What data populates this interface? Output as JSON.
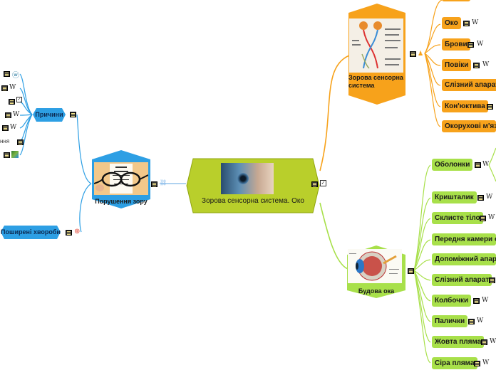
{
  "colors": {
    "orange_branch": "#f7a21b",
    "green_branch": "#a8e04a",
    "blue_branch": "#2d9fe4",
    "central_fill": "#b9cf2b"
  },
  "central": {
    "title": "Зорова сенсорна система. Око"
  },
  "branches": {
    "top": {
      "label_lines": [
        "Зорова сенсорна",
        "система"
      ],
      "items": [
        "Око",
        "Брови",
        "Повіки",
        "Слізний апарат",
        "Кон'юктива",
        "Окорухові м'язи"
      ]
    },
    "bottom": {
      "label": "Будова ока",
      "items": [
        "Оболонки",
        "Кришталик",
        "Склисте тіло",
        "Передня камери ока",
        "Допоміжний апарат",
        "Слізний апарат",
        "Колбочки",
        "Палички",
        "Жовта пляма",
        "Сіра пляма"
      ]
    },
    "left": {
      "label": "Порушення зору",
      "children": [
        "Причини",
        "Поширені хвороби"
      ],
      "fragments": [
        "ння"
      ]
    }
  },
  "icons": {
    "note": "note-icon",
    "wiki": "wikipedia-icon",
    "link": "link-icon",
    "person": "person-icon",
    "lifebuoy": "lifebuoy-icon",
    "wordpress": "wordpress-icon",
    "checkbox": "checkbox-icon",
    "image": "image-icon"
  },
  "glyphs": {
    "wiki": "W",
    "person": "♟",
    "wordpress": "ⓦ"
  }
}
